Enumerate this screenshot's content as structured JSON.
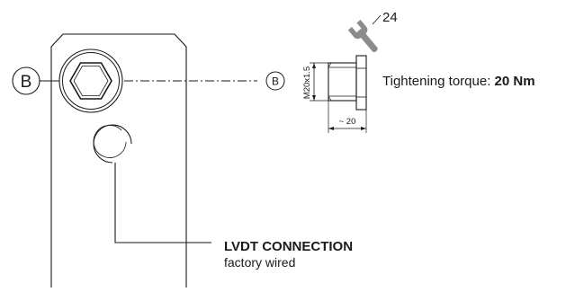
{
  "callouts": {
    "main_letter": "B",
    "small_letter": "B"
  },
  "wrench": {
    "size_label": "24"
  },
  "plug": {
    "thread_label": "M20x1.5",
    "width_label": "~ 20"
  },
  "torque": {
    "prefix": "Tightening torque: ",
    "value": "20 Nm"
  },
  "lvdt": {
    "title": "LVDT CONNECTION",
    "subtitle": "factory wired"
  },
  "colors": {
    "line": "#1a1a1a",
    "wrench": "#8c8c8c"
  }
}
